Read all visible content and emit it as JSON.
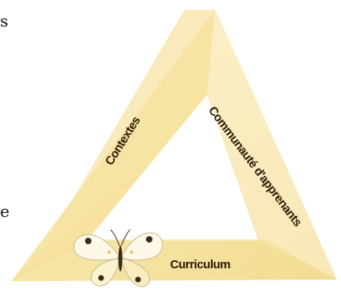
{
  "text_fragments": {
    "top": "s",
    "bottom": "e"
  },
  "diagram": {
    "sides": {
      "left": "Contextes",
      "right": "Communauté d'apprenants",
      "bottom": "Curriculum"
    },
    "colors": {
      "band": "#f7e7a6",
      "band_highlight": "#fbf1cc",
      "band_shadow": "#f0d98a",
      "text": "#2a1a05"
    }
  }
}
